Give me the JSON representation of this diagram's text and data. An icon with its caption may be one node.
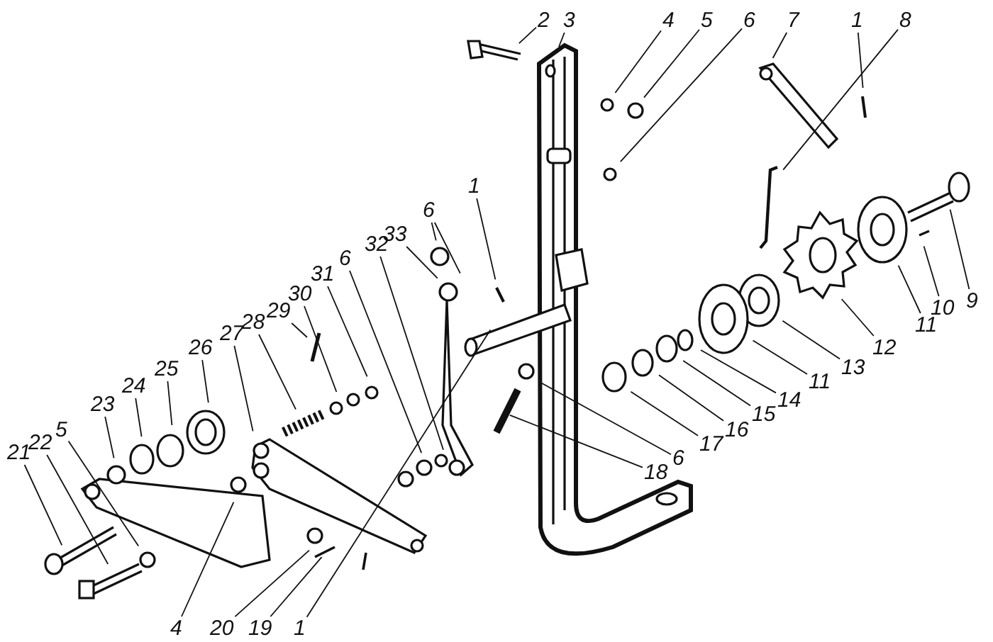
{
  "diagram": {
    "nodes": [
      {
        "text": [
          "2"
        ]
      },
      {
        "text": [
          "3"
        ]
      },
      {
        "text": [
          "4"
        ]
      },
      {
        "text": [
          "5"
        ]
      },
      {
        "text": [
          "6"
        ]
      },
      {
        "text": [
          "7"
        ]
      },
      {
        "text": [
          "1"
        ]
      },
      {
        "text": [
          "8"
        ]
      },
      {
        "text": [
          "9"
        ]
      },
      {
        "text": [
          "10"
        ]
      },
      {
        "text": [
          "11"
        ]
      },
      {
        "text": [
          "12"
        ]
      },
      {
        "text": [
          "13"
        ]
      },
      {
        "text": [
          "11"
        ]
      },
      {
        "text": [
          "14"
        ]
      },
      {
        "text": [
          "15"
        ]
      },
      {
        "text": [
          "16"
        ]
      },
      {
        "text": [
          "17"
        ]
      },
      {
        "text": [
          "6"
        ]
      },
      {
        "text": [
          "18"
        ]
      },
      {
        "text": [
          "1"
        ]
      },
      {
        "text": [
          "33"
        ]
      },
      {
        "text": [
          "6"
        ]
      },
      {
        "text": [
          "32"
        ]
      },
      {
        "text": [
          "6"
        ]
      },
      {
        "text": [
          "31"
        ]
      },
      {
        "text": [
          "30"
        ]
      },
      {
        "text": [
          "29"
        ]
      },
      {
        "text": [
          "28"
        ]
      },
      {
        "text": [
          "27"
        ]
      },
      {
        "text": [
          "26"
        ]
      },
      {
        "text": [
          "25"
        ]
      },
      {
        "text": [
          "24"
        ]
      },
      {
        "text": [
          "23"
        ]
      },
      {
        "text": [
          "5"
        ]
      },
      {
        "text": [
          "22"
        ]
      },
      {
        "text": [
          "21"
        ]
      },
      {
        "text": [
          "4"
        ]
      },
      {
        "text": [
          "20"
        ]
      },
      {
        "text": [
          "19"
        ]
      },
      {
        "text": [
          "1"
        ]
      }
    ],
    "edges": [
      {
        "from": 0,
        "to": null,
        "arrow": "none"
      },
      {
        "from": 1,
        "to": null,
        "arrow": "none"
      },
      {
        "from": 2,
        "to": null,
        "arrow": "none"
      },
      {
        "from": 3,
        "to": null,
        "arrow": "none"
      },
      {
        "from": 4,
        "to": null,
        "arrow": "none"
      },
      {
        "from": 5,
        "to": null,
        "arrow": "none"
      },
      {
        "from": 6,
        "to": null,
        "arrow": "none"
      },
      {
        "from": 7,
        "to": null,
        "arrow": "none"
      },
      {
        "from": 8,
        "to": null,
        "arrow": "none"
      },
      {
        "from": 9,
        "to": null,
        "arrow": "none"
      },
      {
        "from": 10,
        "to": null,
        "arrow": "none"
      },
      {
        "from": 11,
        "to": null,
        "arrow": "none"
      },
      {
        "from": 12,
        "to": null,
        "arrow": "none"
      },
      {
        "from": 13,
        "to": null,
        "arrow": "none"
      },
      {
        "from": 14,
        "to": null,
        "arrow": "none"
      },
      {
        "from": 15,
        "to": null,
        "arrow": "none"
      },
      {
        "from": 16,
        "to": null,
        "arrow": "none"
      },
      {
        "from": 17,
        "to": null,
        "arrow": "none"
      },
      {
        "from": 18,
        "to": null,
        "arrow": "none"
      },
      {
        "from": 19,
        "to": null,
        "arrow": "none"
      },
      {
        "from": 20,
        "to": null,
        "arrow": "none"
      },
      {
        "from": 21,
        "to": null,
        "arrow": "none"
      },
      {
        "from": 22,
        "to": null,
        "arrow": "none"
      },
      {
        "from": 22,
        "to": null,
        "arrow": "none"
      },
      {
        "from": 23,
        "to": null,
        "arrow": "none"
      },
      {
        "from": 24,
        "to": null,
        "arrow": "none"
      },
      {
        "from": 25,
        "to": null,
        "arrow": "none"
      },
      {
        "from": 26,
        "to": null,
        "arrow": "none"
      },
      {
        "from": 27,
        "to": null,
        "arrow": "none"
      },
      {
        "from": 28,
        "to": null,
        "arrow": "none"
      },
      {
        "from": 29,
        "to": null,
        "arrow": "none"
      },
      {
        "from": 30,
        "to": null,
        "arrow": "none"
      },
      {
        "from": 31,
        "to": null,
        "arrow": "none"
      },
      {
        "from": 32,
        "to": null,
        "arrow": "none"
      },
      {
        "from": 33,
        "to": null,
        "arrow": "none"
      },
      {
        "from": 34,
        "to": null,
        "arrow": "none"
      },
      {
        "from": 35,
        "to": null,
        "arrow": "none"
      },
      {
        "from": 36,
        "to": null,
        "arrow": "none"
      },
      {
        "from": 37,
        "to": null,
        "arrow": "none"
      },
      {
        "from": 38,
        "to": null,
        "arrow": "none"
      },
      {
        "from": 39,
        "to": null,
        "arrow": "none"
      },
      {
        "from": 40,
        "to": null,
        "arrow": "none"
      }
    ]
  }
}
